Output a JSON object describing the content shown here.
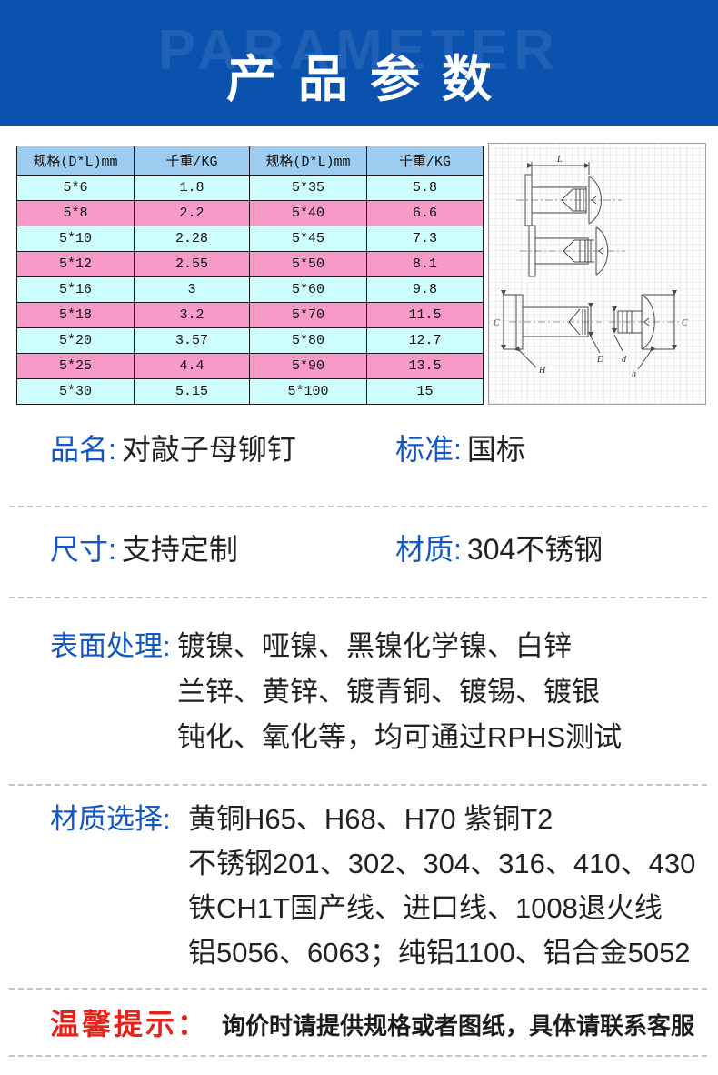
{
  "banner": {
    "ghost_text": "PARAMETER",
    "title": "产品参数",
    "bg_color": "#0a52ae"
  },
  "spec_table": {
    "headers": [
      "规格(D*L)mm",
      "千重/KG",
      "规格(D*L)mm",
      "千重/KG"
    ],
    "rows": [
      [
        "5*6",
        "1.8",
        "5*35",
        "5.8"
      ],
      [
        "5*8",
        "2.2",
        "5*40",
        "6.6"
      ],
      [
        "5*10",
        "2.28",
        "5*45",
        "7.3"
      ],
      [
        "5*12",
        "2.55",
        "5*50",
        "8.1"
      ],
      [
        "5*16",
        "3",
        "5*60",
        "9.8"
      ],
      [
        "5*18",
        "3.2",
        "5*70",
        "11.5"
      ],
      [
        "5*20",
        "3.57",
        "5*80",
        "12.7"
      ],
      [
        "5*25",
        "4.4",
        "5*90",
        "13.5"
      ],
      [
        "5*30",
        "5.15",
        "5*100",
        "15"
      ]
    ],
    "colors": {
      "header_bg": "#9ccdf0",
      "row_cyan": "#cdfdfd",
      "row_pink": "#f89ac8"
    }
  },
  "diagram": {
    "labels": {
      "L": "L",
      "C": "C",
      "D": "D",
      "d": "d",
      "H": "H",
      "h": "h"
    }
  },
  "attributes": {
    "name_label": "品名:",
    "name_value": "对敲子母铆钉",
    "standard_label": "标准:",
    "standard_value": "国标",
    "size_label": "尺寸:",
    "size_value": "支持定制",
    "material_label": "材质:",
    "material_value": "304不锈钢"
  },
  "surface": {
    "label": "表面处理:",
    "lines": [
      "镀镍、哑镍、黑镍化学镍、白锌",
      "兰锌、黄锌、镀青铜、镀锡、镀银",
      "钝化、氧化等，均可通过RPHS测试"
    ]
  },
  "material_options": {
    "label": "材质选择:",
    "lines": [
      "黄铜H65、H68、H70  紫铜T2",
      "不锈钢201、302、304、316、410、430",
      "铁CH1T国产线、进口线、1008退火线",
      "铝5056、6063；纯铝1100、铝合金5052"
    ]
  },
  "notice": {
    "label": "温馨提示：",
    "text": "询价时请提供规格或者图纸，具体请联系客服"
  }
}
